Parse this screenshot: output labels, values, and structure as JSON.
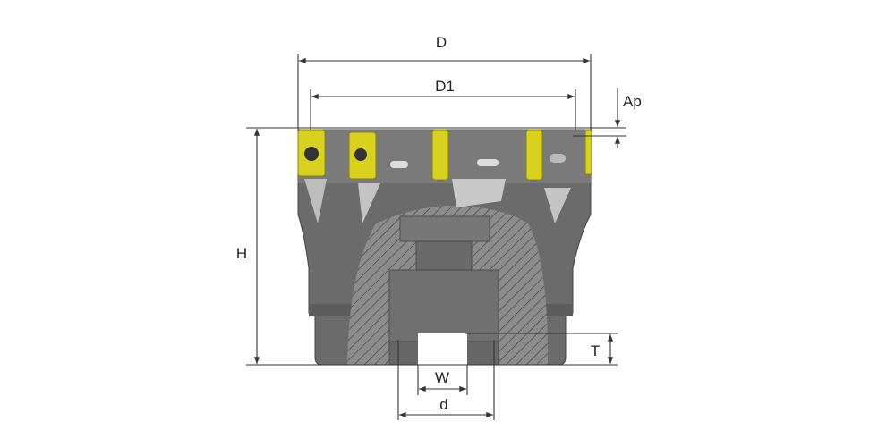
{
  "drawing": {
    "subject": "face-milling-cutter",
    "labels": {
      "D": "D",
      "D1": "D1",
      "Ap": "Ap",
      "H": "H",
      "T": "T",
      "W": "W",
      "d": "d"
    },
    "colors": {
      "body": "#6e6e6e",
      "body_dark": "#555555",
      "insert": "#d8d21e",
      "hatch_fill": "#8a8a8a"
    }
  }
}
